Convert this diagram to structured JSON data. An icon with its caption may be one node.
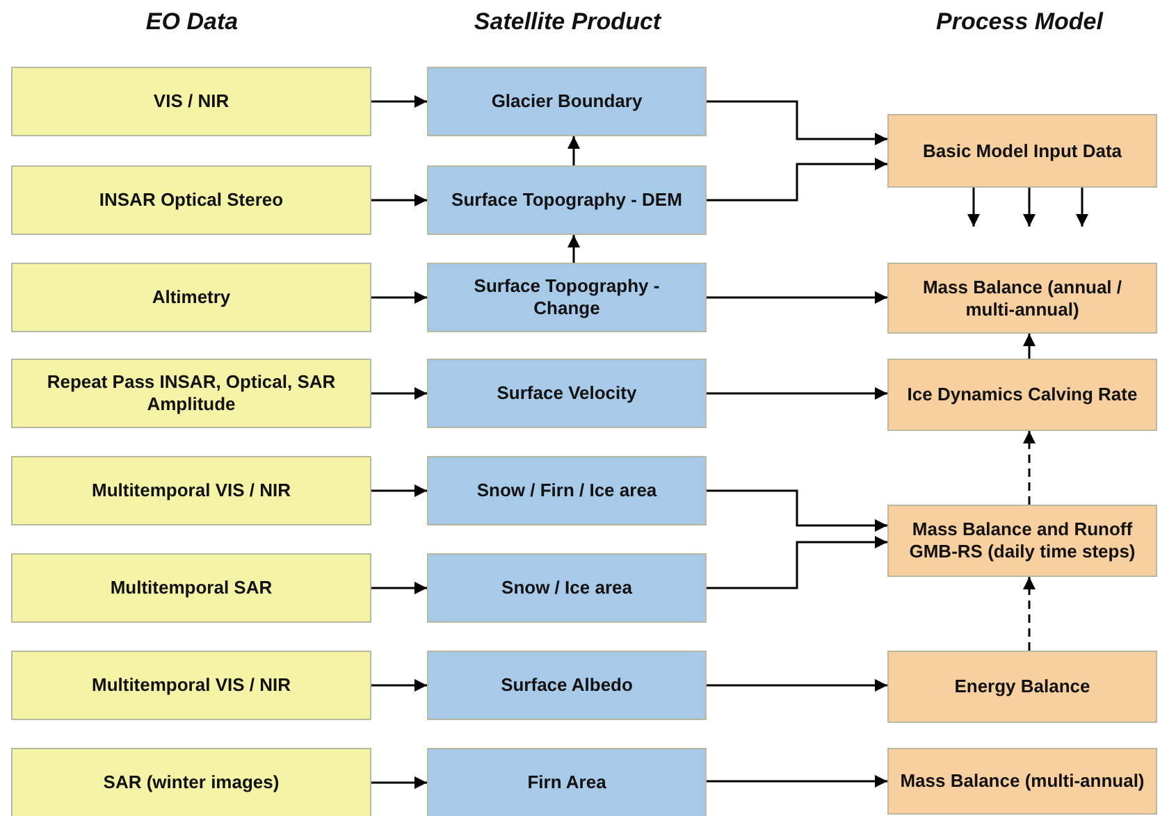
{
  "diagram": {
    "nodes": [
      {
        "text": [
          "VIS / NIR"
        ]
      },
      {
        "text": [
          "INSAR Optical Stereo"
        ]
      },
      {
        "text": [
          "Altimetry"
        ]
      },
      {
        "text": [
          "Repeat Pass INSAR, Optical, SAR Amplitude"
        ]
      },
      {
        "text": [
          "Multitemporal VIS / NIR"
        ]
      },
      {
        "text": [
          "Multitemporal SAR"
        ]
      },
      {
        "text": [
          "Multitemporal VIS / NIR"
        ]
      },
      {
        "text": [
          "SAR  (winter images)"
        ]
      },
      {
        "text": [
          "Glacier Boundary"
        ]
      },
      {
        "text": [
          "Surface Topography - DEM"
        ]
      },
      {
        "text": [
          "Surface Topography - Change"
        ]
      },
      {
        "text": [
          "Surface Velocity"
        ]
      },
      {
        "text": [
          "Snow / Firn / Ice area"
        ]
      },
      {
        "text": [
          "Snow / Ice area"
        ]
      },
      {
        "text": [
          "Surface Albedo"
        ]
      },
      {
        "text": [
          "Firn Area"
        ]
      },
      {
        "text": [
          "Basic Model Input Data"
        ]
      },
      {
        "text": [
          "Mass Balance (annual / multi-annual)"
        ]
      },
      {
        "text": [
          "Ice Dynamics Calving Rate"
        ]
      },
      {
        "text": [
          "Mass Balance and Runoff GMB-RS (daily time steps)"
        ]
      },
      {
        "text": [
          "Energy Balance"
        ]
      },
      {
        "text": [
          "Mass Balance (multi-annual)"
        ]
      }
    ],
    "edges": [
      {
        "from": 0,
        "to": 8,
        "arrow": "to"
      },
      {
        "from": 1,
        "to": 9,
        "arrow": "to"
      },
      {
        "from": 2,
        "to": 10,
        "arrow": "to"
      },
      {
        "from": 3,
        "to": 11,
        "arrow": "to"
      },
      {
        "from": 4,
        "to": 12,
        "arrow": "to"
      },
      {
        "from": 5,
        "to": 13,
        "arrow": "to"
      },
      {
        "from": 6,
        "to": 14,
        "arrow": "to"
      },
      {
        "from": 7,
        "to": 15,
        "arrow": "to"
      },
      {
        "from": 9,
        "to": 8,
        "arrow": "to"
      },
      {
        "from": 10,
        "to": 9,
        "arrow": "to"
      },
      {
        "from": 8,
        "to": 16,
        "arrow": "to"
      },
      {
        "from": 9,
        "to": 16,
        "arrow": "to"
      },
      {
        "from": 16,
        "to": 17,
        "arrow": "to"
      },
      {
        "from": 16,
        "to": 17,
        "arrow": "to"
      },
      {
        "from": 16,
        "to": 17,
        "arrow": "to"
      },
      {
        "from": 10,
        "to": 17,
        "arrow": "to"
      },
      {
        "from": 11,
        "to": 18,
        "arrow": "to"
      },
      {
        "from": 18,
        "to": 17,
        "arrow": "to"
      },
      {
        "from": 19,
        "to": 18,
        "arrow": "to",
        "style": "dashed"
      },
      {
        "from": 12,
        "to": 19,
        "arrow": "to"
      },
      {
        "from": 13,
        "to": 19,
        "arrow": "to"
      },
      {
        "from": 20,
        "to": 19,
        "arrow": "to",
        "style": "dashed"
      },
      {
        "from": 14,
        "to": 20,
        "arrow": "to"
      },
      {
        "from": 15,
        "to": 21,
        "arrow": "to"
      }
    ],
    "labels": [
      "EO Data",
      "Satellite Product",
      "Process Model"
    ]
  }
}
